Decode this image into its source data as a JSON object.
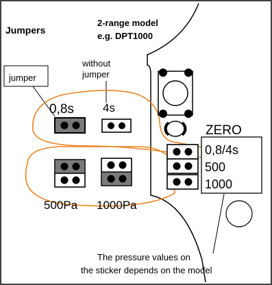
{
  "title": "Jumpers",
  "model": {
    "line1": "2-range model",
    "line2": "e.g. DPT1000"
  },
  "labels": {
    "without_jumper_line1": "without",
    "without_jumper_line2": "jumper",
    "jumper": "jumper",
    "time_08s": "0,8s",
    "time_4s": "4s",
    "pressure_500": "500Pa",
    "pressure_1000": "1000Pa"
  },
  "zero_label": "ZERO",
  "sticker": {
    "row1": "0,8/4s",
    "row2": "500",
    "row3": "1000"
  },
  "note": {
    "line1": "The pressure values on",
    "line2": "the sticker depends on the model"
  },
  "colors": {
    "outline": "#e8821e",
    "jumper_fill": "#7a7a7a",
    "ink": "#000000"
  }
}
